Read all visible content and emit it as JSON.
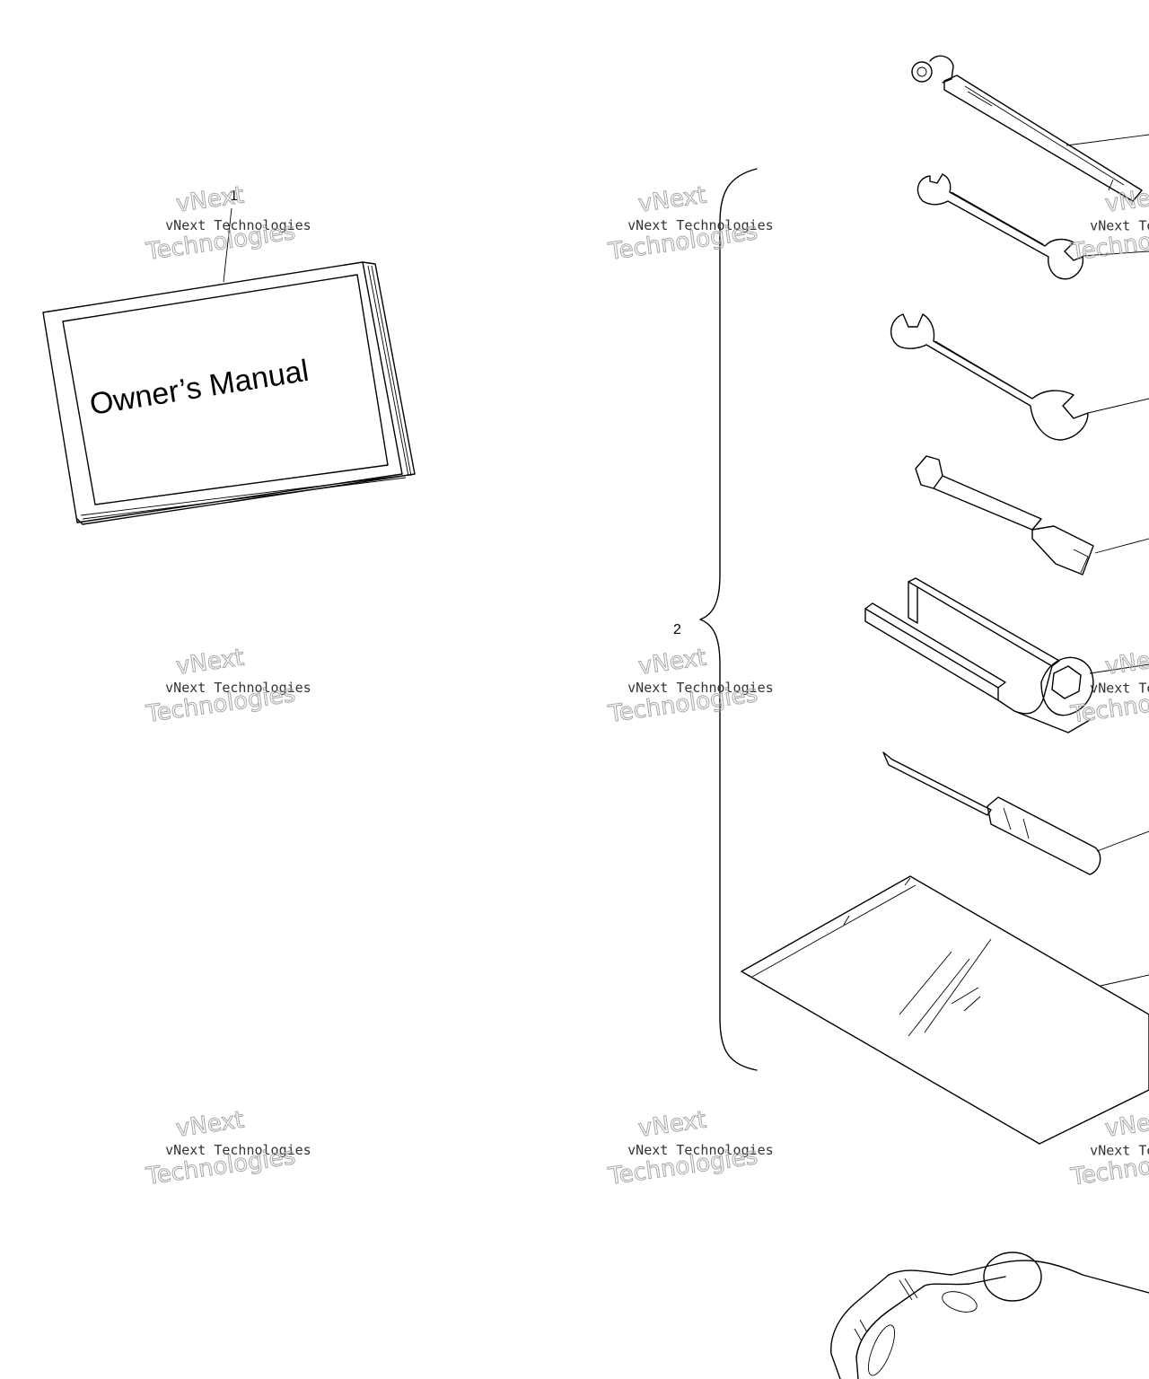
{
  "diagram": {
    "callouts": [
      "1",
      "2"
    ],
    "manual_cover_text": "Owner’s Manual",
    "watermark": {
      "line1": "vNext",
      "line2": "vNext Technologies",
      "line3": "Technologies"
    }
  },
  "parts": [
    "owners-manual",
    "tire-pressure-gauge",
    "wrench-8-10",
    "wrench-12-14",
    "spark-plug-socket",
    "spanner-tool",
    "screwdriver",
    "tool-bag",
    "bracket"
  ]
}
